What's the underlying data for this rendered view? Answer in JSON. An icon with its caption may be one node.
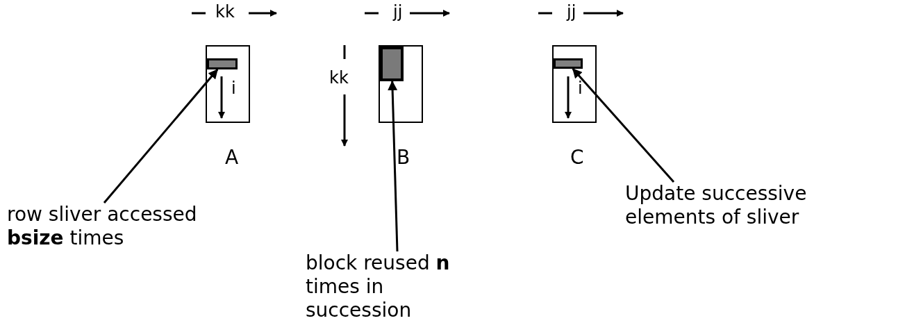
{
  "diagram": {
    "nodes": [
      {
        "text": [
          "A"
        ]
      },
      {
        "text": [],
        "shape": "bar",
        "in": 0
      },
      {
        "text": [
          "B"
        ]
      },
      {
        "text": [],
        "shape": "box",
        "in": 2
      },
      {
        "text": [
          "C"
        ]
      },
      {
        "text": [],
        "shape": "bar",
        "in": 4
      },
      {
        "text": [
          "row sliver accessed **bsize** times"
        ]
      },
      {
        "text": [
          "block reused **n** times in succession"
        ]
      },
      {
        "text": [
          "Update successive elements of sliver"
        ]
      }
    ],
    "edges": [
      {
        "from": 6,
        "to": 1,
        "arrow": "to"
      },
      {
        "from": 7,
        "to": 3,
        "arrow": "to"
      },
      {
        "from": 8,
        "to": 5,
        "arrow": "to"
      }
    ],
    "labels": [
      "kk",
      "jj",
      "jj",
      "kk",
      "i",
      "i"
    ]
  }
}
